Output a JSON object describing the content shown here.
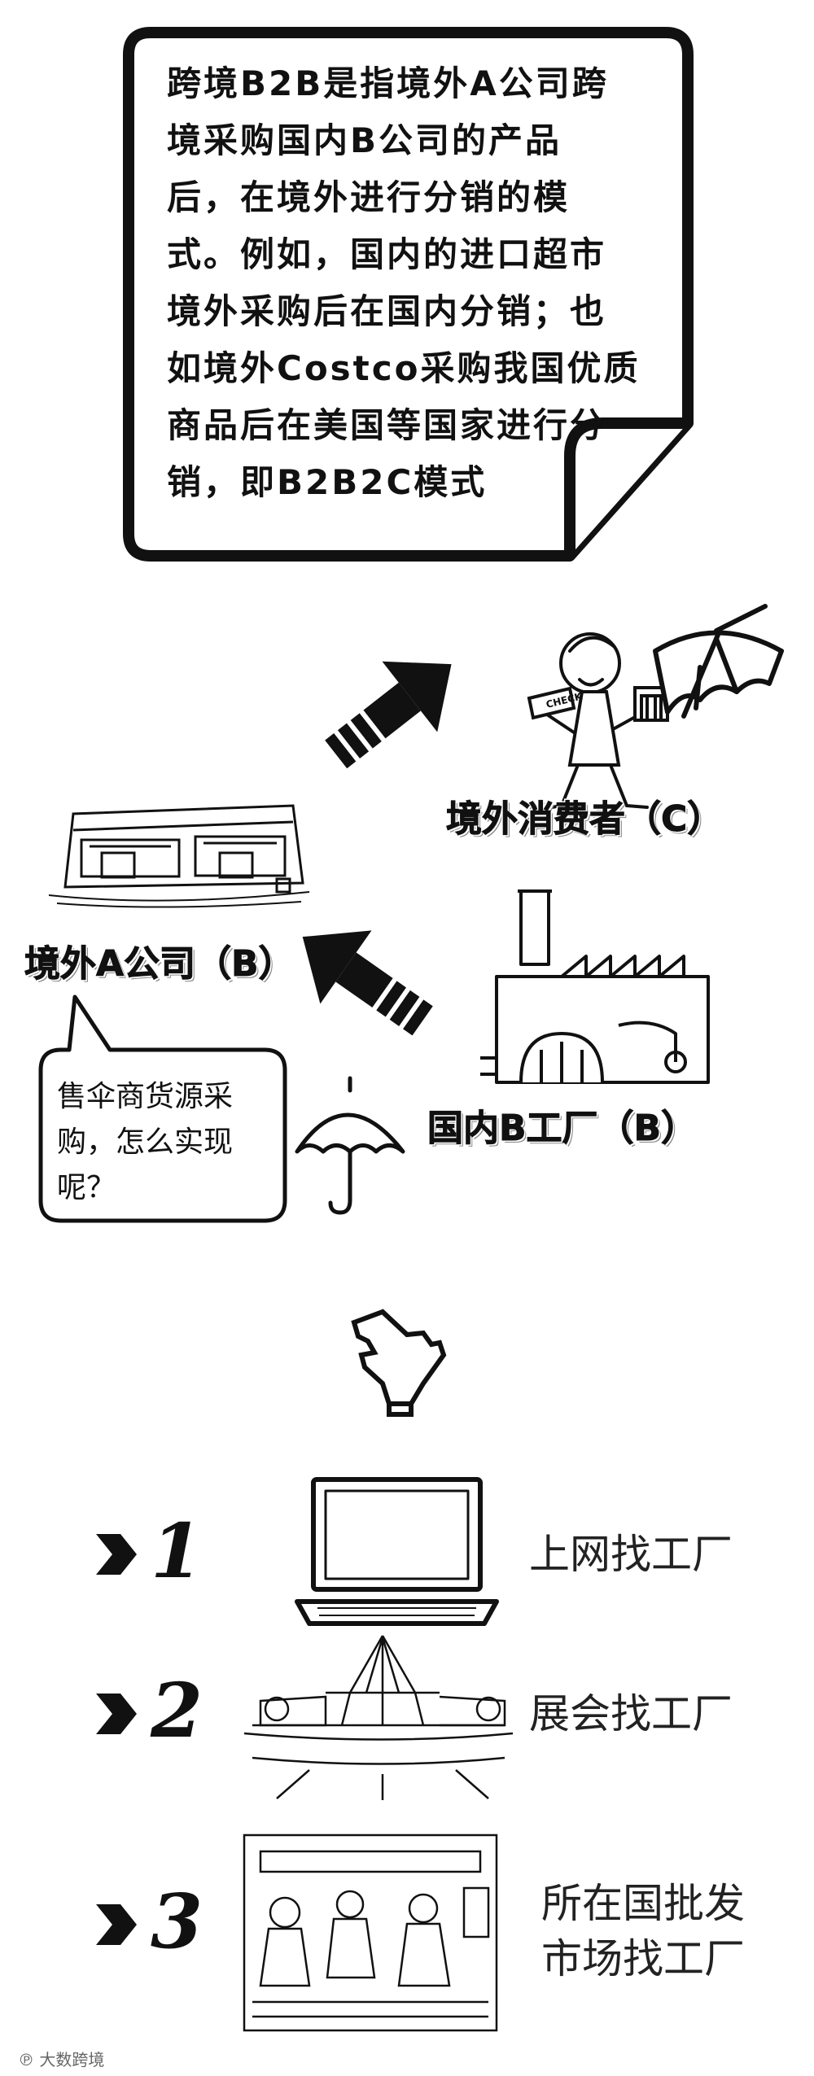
{
  "note": {
    "lines": [
      "跨境B2B是指境外A公司跨",
      "境采购国内B公司的产品",
      "后，在境外进行分销的模",
      "式。例如，国内的进口超市",
      "境外采购后在国内分销；也",
      "如境外Costco采购我国优质",
      "商品后在美国等国家进行分",
      "销，即B2B2C模式"
    ]
  },
  "diagram": {
    "consumer_label": "境外消费者（C）",
    "company_label": "境外A公司（B）",
    "factory_label": "国内B工厂（B）",
    "check_text": "CHECK",
    "question_lines": [
      "售伞商货源采",
      "购，怎么实现",
      "呢？"
    ]
  },
  "steps": [
    {
      "number": "1",
      "label_lines": [
        "上网找工厂"
      ]
    },
    {
      "number": "2",
      "label_lines": [
        "展会找工厂"
      ]
    },
    {
      "number": "3",
      "label_lines": [
        "所在国批发",
        "市场找工厂"
      ]
    }
  ],
  "watermark": "大数跨境"
}
